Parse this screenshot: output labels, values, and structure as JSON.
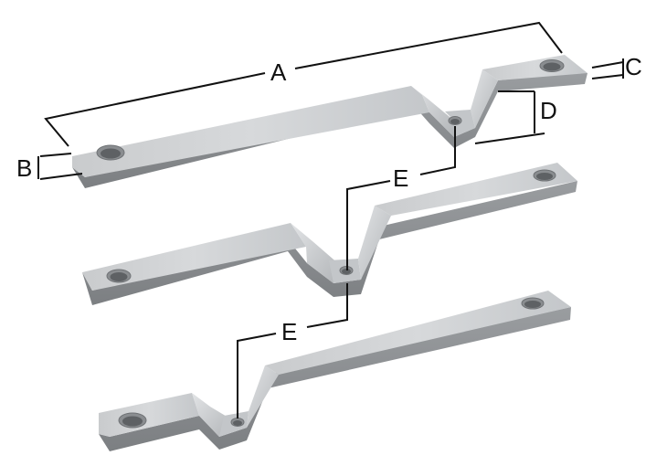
{
  "labels": {
    "a": "A",
    "b": "B",
    "c": "C",
    "d": "D",
    "e_upper": "E",
    "e_lower": "E"
  },
  "colors": {
    "top_face_light": "#cfd1d3",
    "top_face_mid": "#b9bcbf",
    "side_face": "#8e9194",
    "side_face_dark": "#76797c",
    "dimension_line": "#111111"
  }
}
